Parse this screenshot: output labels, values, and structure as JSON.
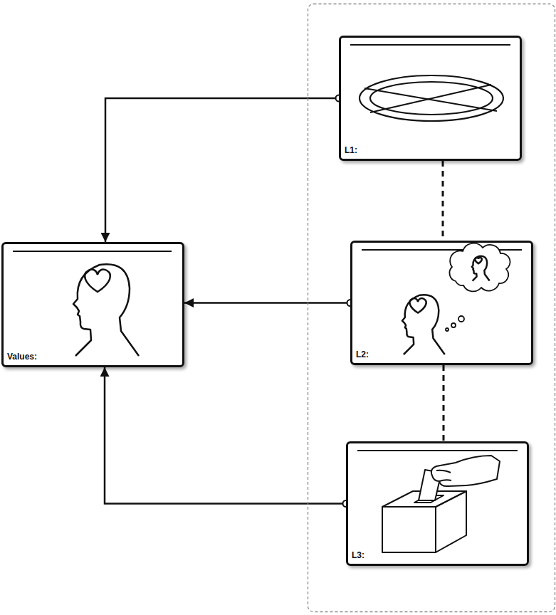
{
  "diagram": {
    "nodes": [
      {
        "text": [
          "Values:"
        ]
      },
      {
        "text": [
          "L1:"
        ]
      },
      {
        "text": [
          "L2:"
        ]
      },
      {
        "text": [
          "L3:"
        ]
      }
    ],
    "edges": [
      {
        "from": 1,
        "to": 0,
        "arrow": "to"
      },
      {
        "from": 2,
        "to": 0,
        "arrow": "to"
      },
      {
        "from": 3,
        "to": 0,
        "arrow": "to"
      },
      {
        "from": 1,
        "to": 2,
        "arrow": "none"
      },
      {
        "from": 2,
        "to": 3,
        "arrow": "none"
      }
    ]
  }
}
